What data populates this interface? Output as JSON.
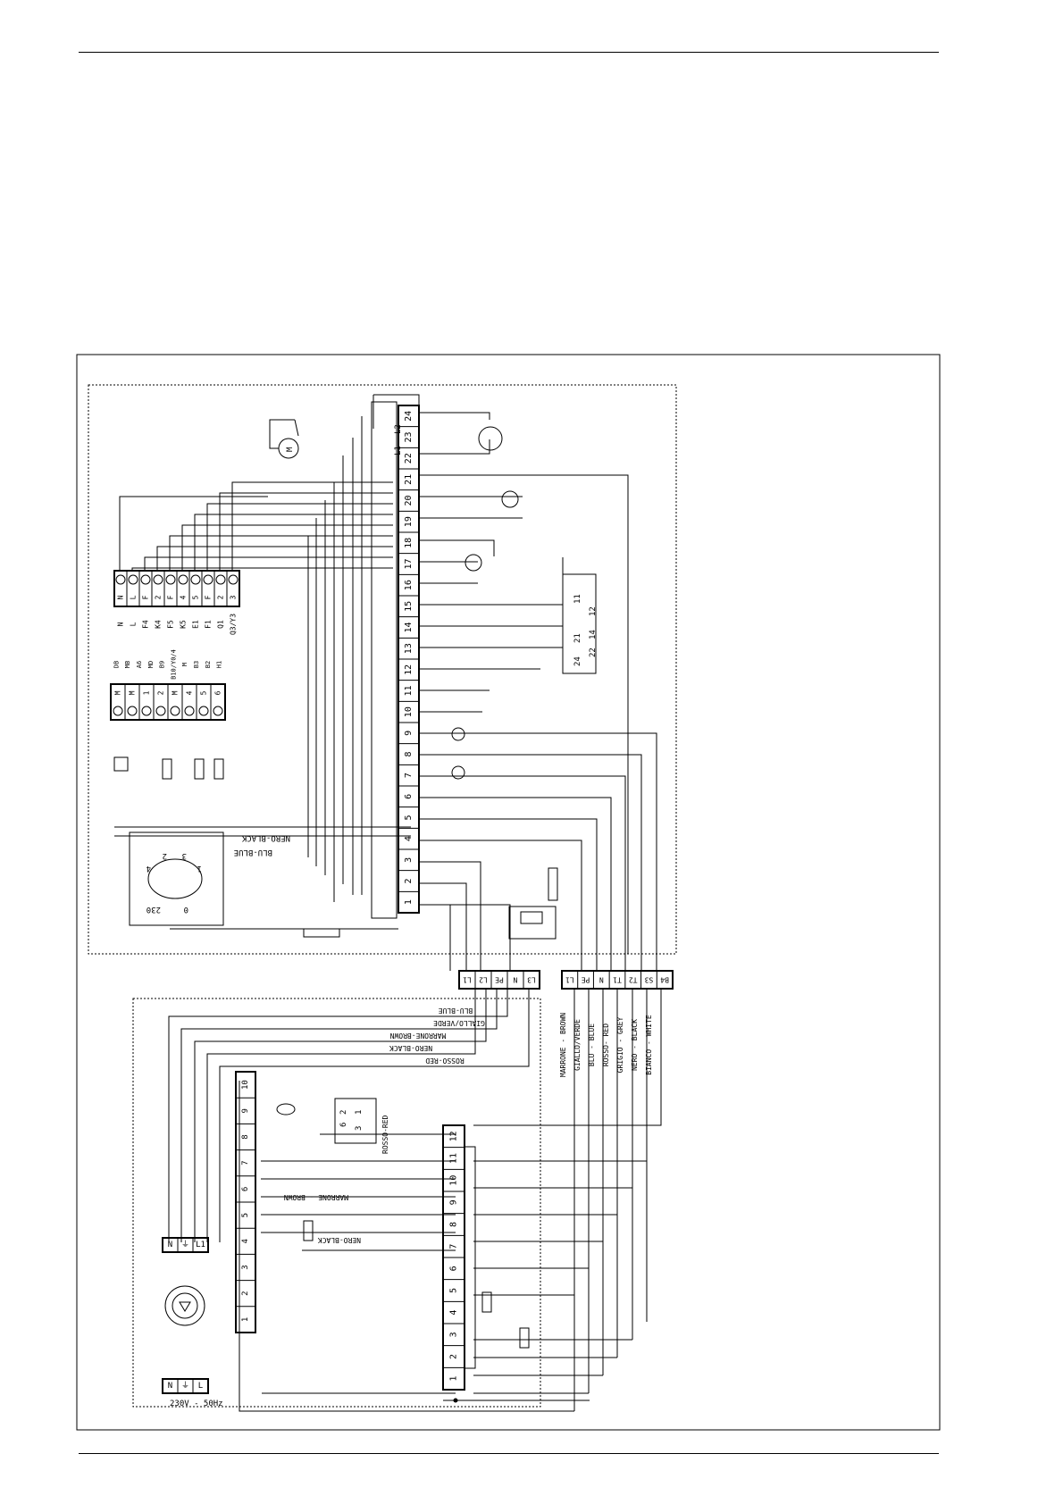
{
  "diagram": {
    "main_terminal_strip": [
      "1",
      "2",
      "3",
      "4",
      "5",
      "6",
      "7",
      "8",
      "9",
      "10",
      "11",
      "12",
      "13",
      "14",
      "15",
      "16",
      "17",
      "18",
      "19",
      "20",
      "21",
      "22",
      "23",
      "24"
    ],
    "left_terminal_strip": {
      "labels": [
        "N",
        "L",
        "F4",
        "K4",
        "F5",
        "K5",
        "E1",
        "F1",
        "Q1",
        "Q3/Y3"
      ],
      "numbers": [
        "N",
        "L",
        "F",
        "2",
        "F",
        "4",
        "5",
        "F",
        "2",
        "3"
      ]
    },
    "sensor_terminal_strip": {
      "labels": [
        "DB",
        "MB",
        "A6",
        "MD",
        "B9",
        "B10/Y0/4",
        "M",
        "B3",
        "B2",
        "H1"
      ],
      "numbers": [
        "M",
        "M",
        "1",
        "2",
        "M",
        "4",
        "5",
        "6"
      ]
    },
    "motor_label": "M",
    "relay_labels": [
      "L1",
      "L2"
    ],
    "switch_contacts": [
      "11",
      "12",
      "14",
      "21",
      "22",
      "24"
    ],
    "transformer_labels": [
      "230",
      "0",
      "1",
      "2",
      "3",
      "4"
    ],
    "wire_labels_upper": [
      "NERO-BLACK",
      "BLU-BLUE"
    ],
    "connector_left": [
      "L1",
      "L2",
      "PE",
      "N",
      "L3"
    ],
    "connector_right": [
      "L1",
      "PE",
      "N",
      "T1",
      "T2",
      "S3",
      "B4"
    ],
    "lower_wire_labels_left": [
      "BLU-BLUE",
      "GIALLO/VERDE",
      "MARRONE-BROWN",
      "NERO-BLACK",
      "ROSSO-RED"
    ],
    "lower_wire_labels_right": [
      "MARRONE - BROWN",
      "GIALLO/VERDE",
      "BLU - BLUE",
      "ROSSO- RED",
      "GRIGIO - GREY",
      "NERO - BLACK",
      "BIANCO - WHITE"
    ],
    "lower_inner_labels": [
      "ROSSO-RED",
      "MARRONE - BROWN",
      "NERO-BLACK"
    ],
    "ten_strip": [
      "1",
      "2",
      "3",
      "4",
      "5",
      "6",
      "7",
      "8",
      "9",
      "10"
    ],
    "twelve_strip": [
      "1",
      "2",
      "3",
      "4",
      "5",
      "6",
      "7",
      "8",
      "9",
      "10",
      "11",
      "12"
    ],
    "relay_contacts": [
      "2",
      "6",
      "1",
      "3"
    ],
    "supply_terminals_top": [
      "N",
      "⏚",
      "L1"
    ],
    "supply_terminals_bottom": [
      "N",
      "⏚",
      "L"
    ],
    "supply_label": "230V - 50Hz"
  }
}
